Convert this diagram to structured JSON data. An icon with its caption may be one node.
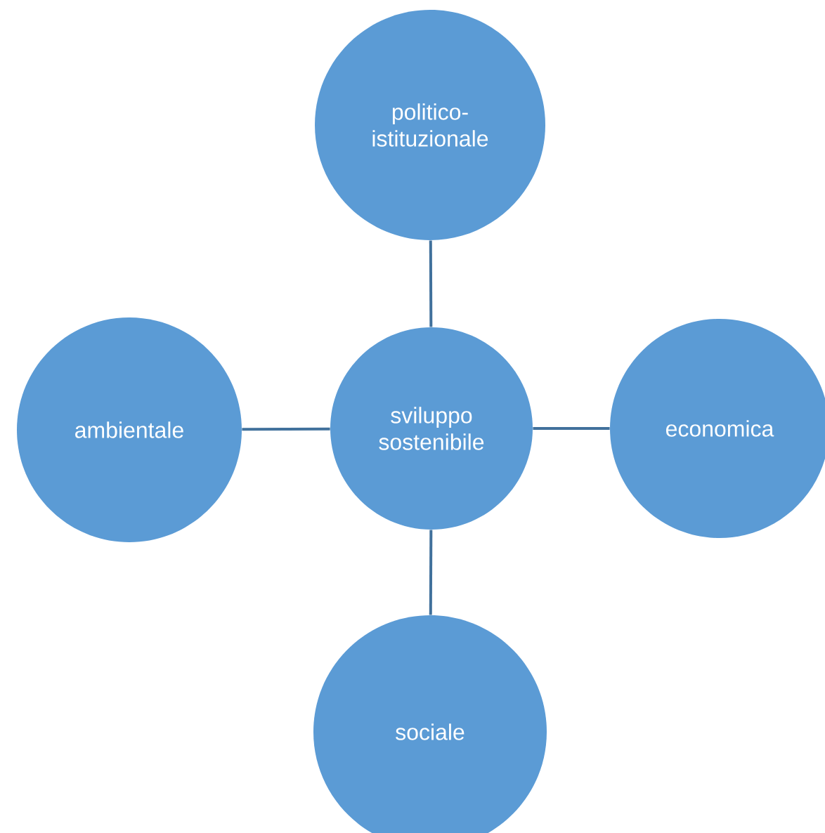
{
  "diagram": {
    "nodes": [
      {
        "text": [
          "politico-istituzionale"
        ]
      },
      {
        "text": [
          "ambientale"
        ]
      },
      {
        "text": [
          "sviluppo sostenibile"
        ]
      },
      {
        "text": [
          "economica"
        ]
      },
      {
        "text": [
          "sociale"
        ]
      }
    ],
    "edges": [
      {
        "from": 2,
        "to": 0,
        "arrow": "none"
      },
      {
        "from": 2,
        "to": 1,
        "arrow": "none"
      },
      {
        "from": 2,
        "to": 3,
        "arrow": "none"
      },
      {
        "from": 2,
        "to": 4,
        "arrow": "none"
      }
    ]
  }
}
